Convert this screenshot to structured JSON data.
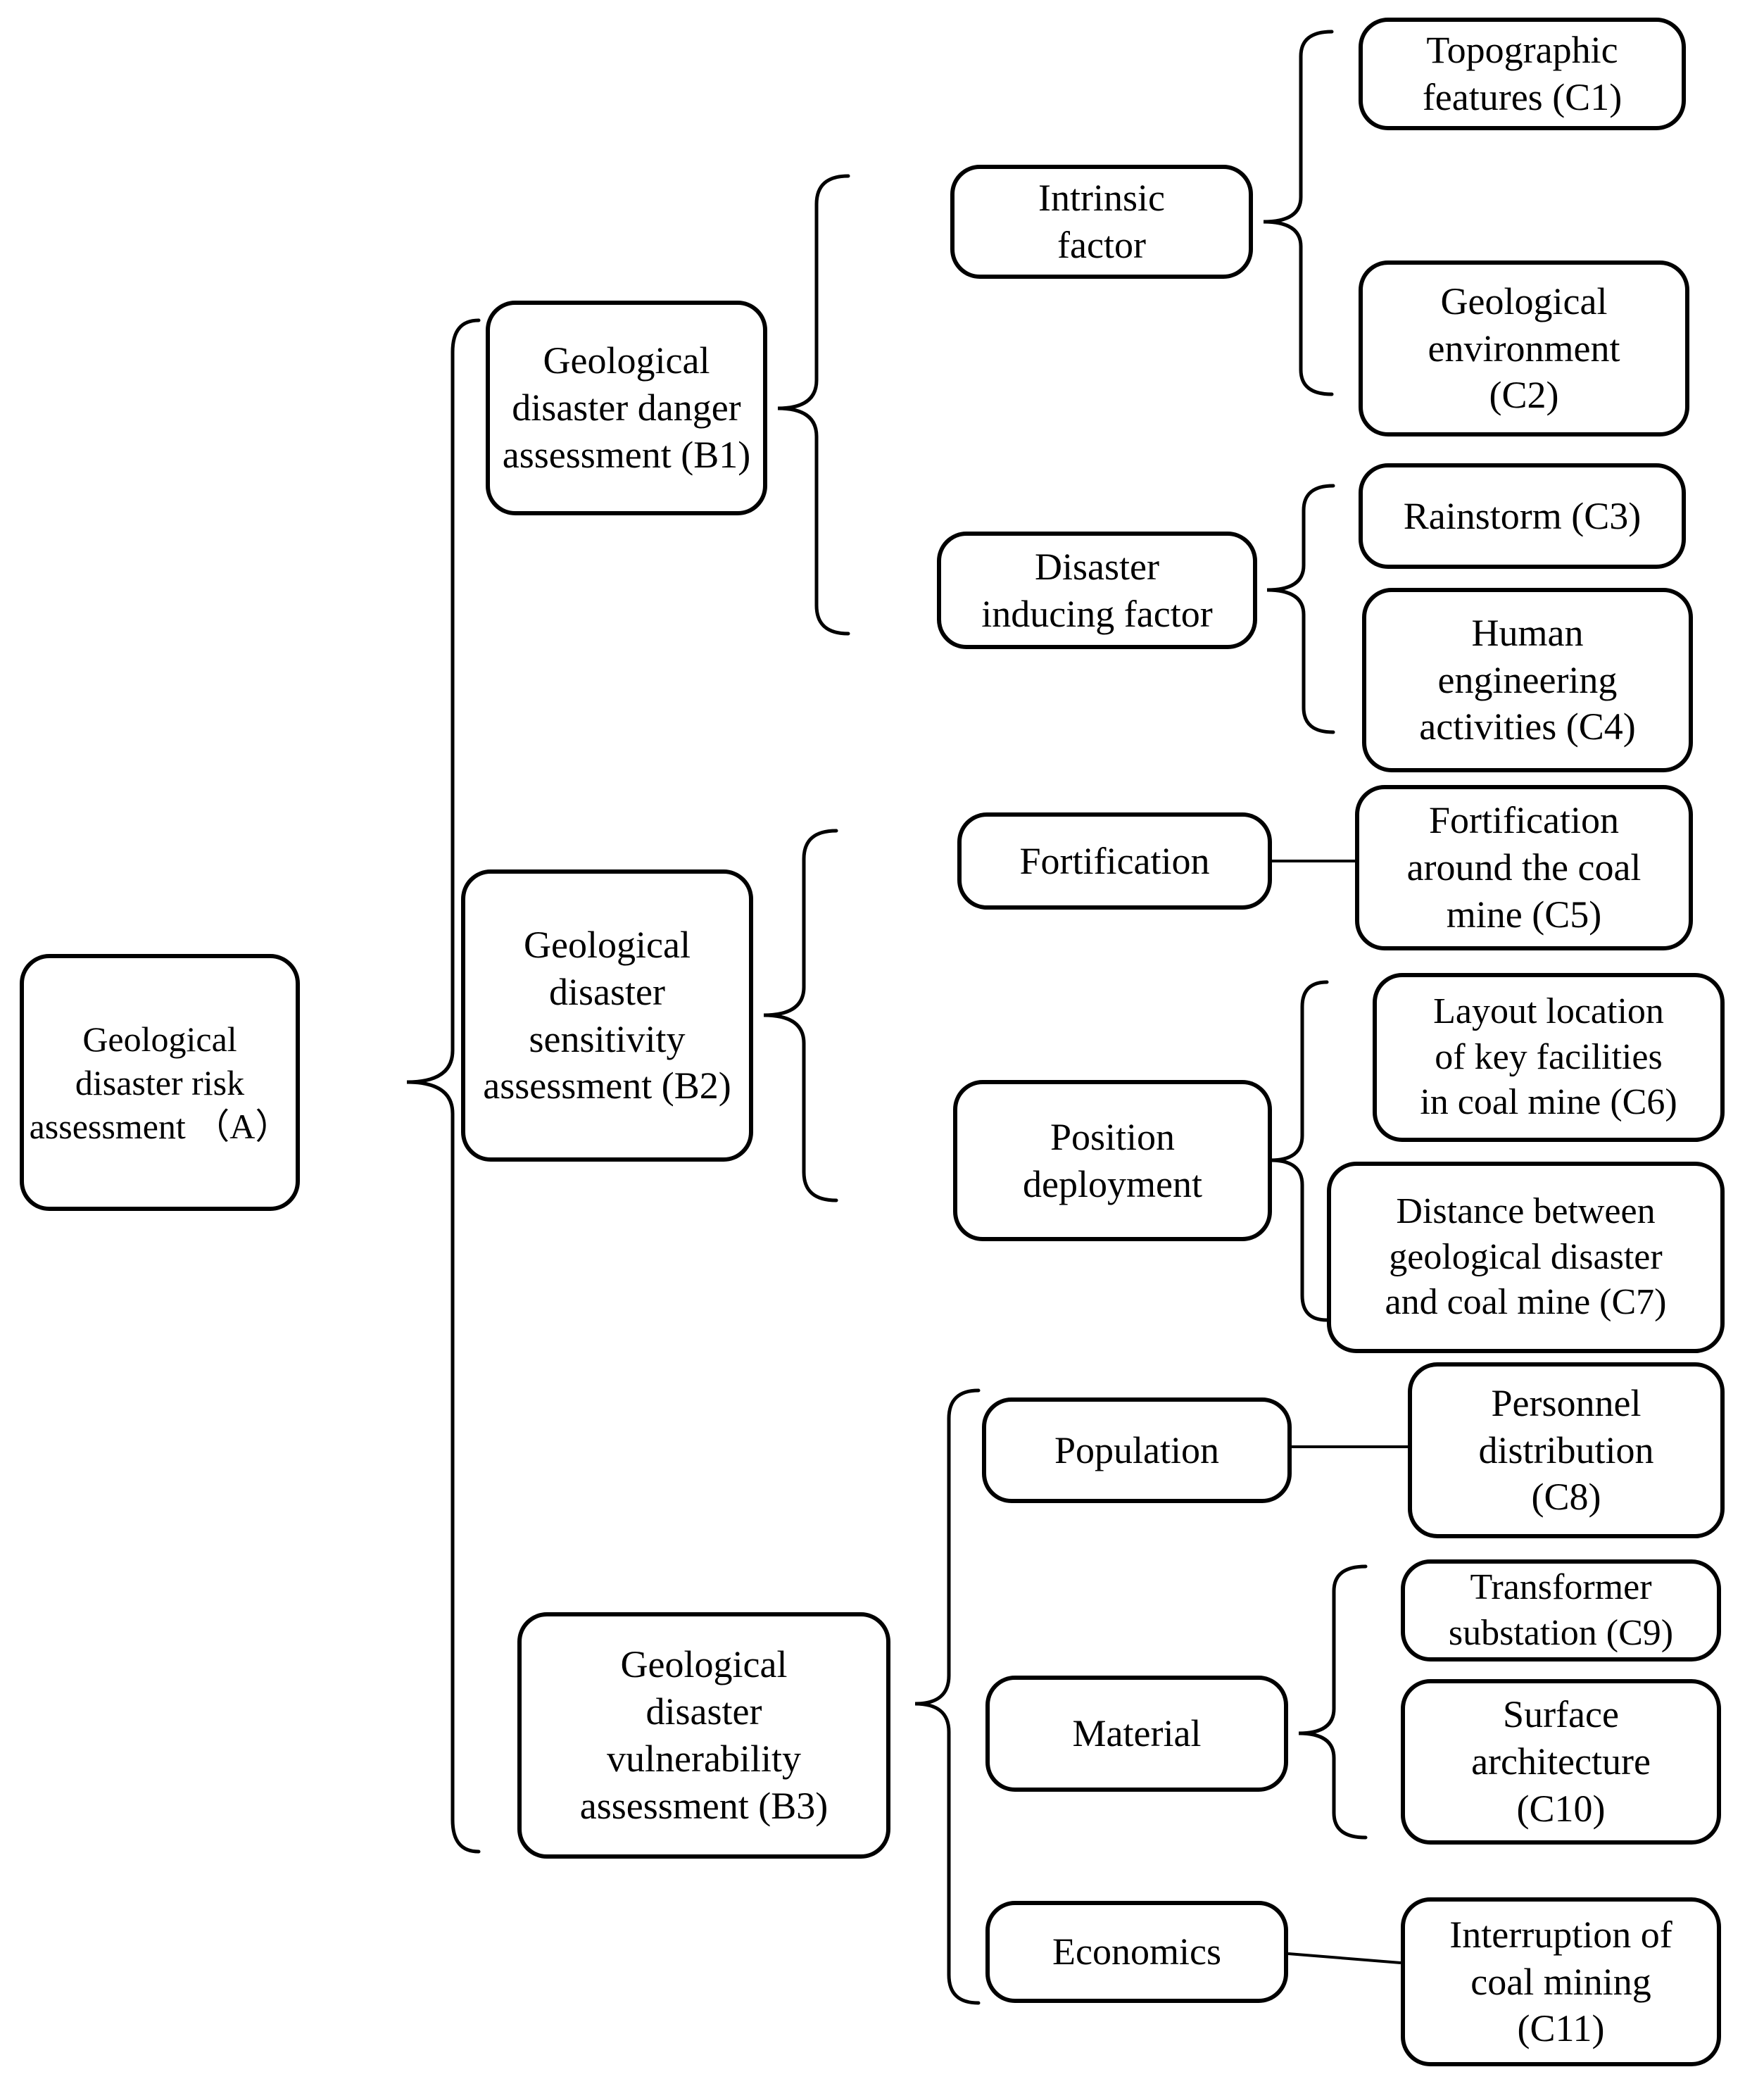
{
  "diagram": {
    "type": "hierarchy-tree",
    "background_color": "#ffffff",
    "stroke_color": "#000000",
    "levels": [
      "goal (A)",
      "criteria (B)",
      "sub-criteria",
      "indicators (C)"
    ]
  },
  "nodes": {
    "A": "Geological\ndisaster risk\nassessment （A）",
    "B1": "Geological\ndisaster danger\nassessment (B1)",
    "B2": "Geological\ndisaster\nsensitivity\nassessment (B2)",
    "B3": "Geological\ndisaster\nvulnerability\nassessment (B3)",
    "intrinsic_factor": "Intrinsic\nfactor",
    "disaster_inducing_factor": "Disaster\ninducing factor",
    "fortification": "Fortification",
    "position_deployment": "Position\ndeployment",
    "population": "Population",
    "material": "Material",
    "economics": "Economics",
    "C1": "Topographic\nfeatures (C1)",
    "C2": "Geological\nenvironment\n(C2)",
    "C3": "Rainstorm (C3)",
    "C4": "Human\nengineering\nactivities (C4)",
    "C5": "Fortification\naround the coal\nmine (C5)",
    "C6": "Layout location\nof key facilities\nin coal mine (C6)",
    "C7": "Distance between\ngeological disaster\nand coal mine (C7)",
    "C8": "Personnel\ndistribution\n(C8)",
    "C9": "Transformer\nsubstation (C9)",
    "C10": "Surface\narchitecture\n(C10)",
    "C11": "Interruption of\ncoal mining\n(C11)"
  },
  "hierarchy": {
    "A": [
      "B1",
      "B2",
      "B3"
    ],
    "B1": [
      "intrinsic_factor",
      "disaster_inducing_factor"
    ],
    "intrinsic_factor": [
      "C1",
      "C2"
    ],
    "disaster_inducing_factor": [
      "C3",
      "C4"
    ],
    "B2": [
      "fortification",
      "position_deployment"
    ],
    "fortification": [
      "C5"
    ],
    "position_deployment": [
      "C6",
      "C7"
    ],
    "B3": [
      "population",
      "material",
      "economics"
    ],
    "population": [
      "C8"
    ],
    "material": [
      "C9",
      "C10"
    ],
    "economics": [
      "C11"
    ]
  }
}
